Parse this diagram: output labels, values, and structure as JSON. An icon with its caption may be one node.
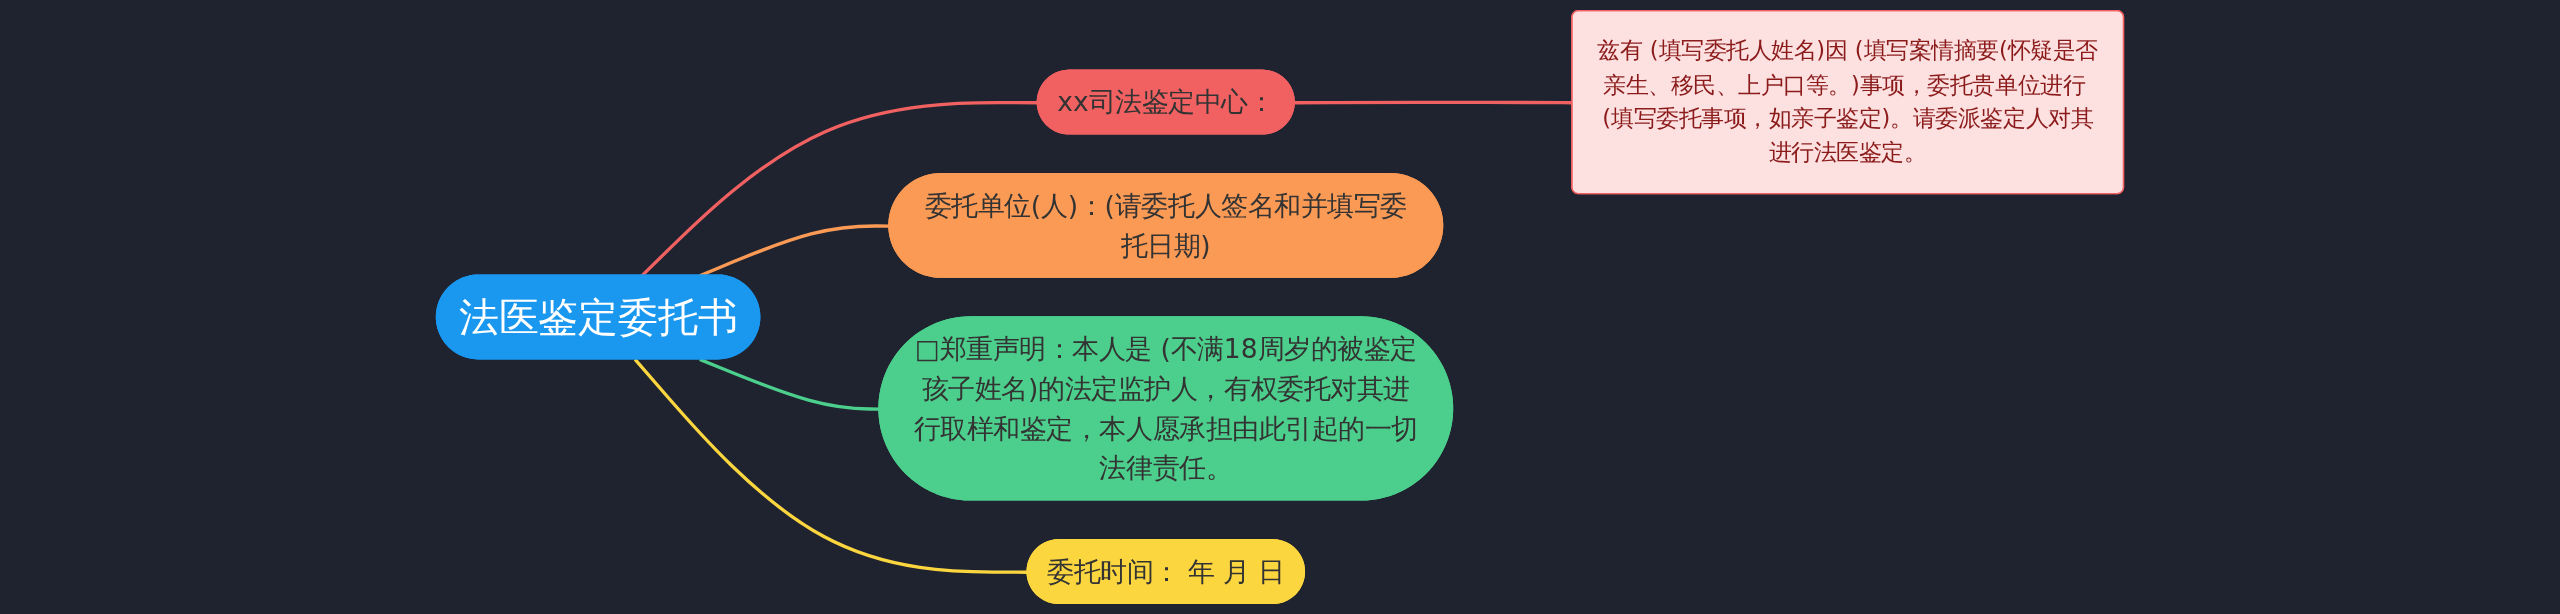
{
  "diagram": {
    "nodes": [
      {
        "text": [
          "法医鉴定委托书"
        ]
      },
      {
        "text": [
          "xx司法鉴定中心："
        ]
      },
      {
        "text": [
          "兹有 (填写委托人姓名)因 (填写案情摘要(怀疑是否亲生、移民、上户口等。)事项，委托贵单位进行 (填写委托事项，如亲子鉴定)。请委派鉴定人对其进行法医鉴定。"
        ]
      },
      {
        "text": [
          "委托单位(人)：(请委托人签名和并填写委托日期)"
        ]
      },
      {
        "text": [
          "□郑重声明：本人是 (不满18周岁的被鉴定孩子姓名)的法定监护人，有权委托对其进行取样和鉴定，本人愿承担由此引起的一切法律责任。"
        ]
      },
      {
        "text": [
          "委托时间：  年 月 日"
        ]
      }
    ],
    "edges": [
      {
        "from": 0,
        "to": 1,
        "arrow": "none",
        "color": "#f26161"
      },
      {
        "from": 1,
        "to": 2,
        "arrow": "none",
        "color": "#f26161"
      },
      {
        "from": 0,
        "to": 3,
        "arrow": "none",
        "color": "#fb9a55"
      },
      {
        "from": 0,
        "to": 4,
        "arrow": "none",
        "color": "#4ccf8c"
      },
      {
        "from": 0,
        "to": 5,
        "arrow": "none",
        "color": "#fcd63f"
      }
    ]
  }
}
